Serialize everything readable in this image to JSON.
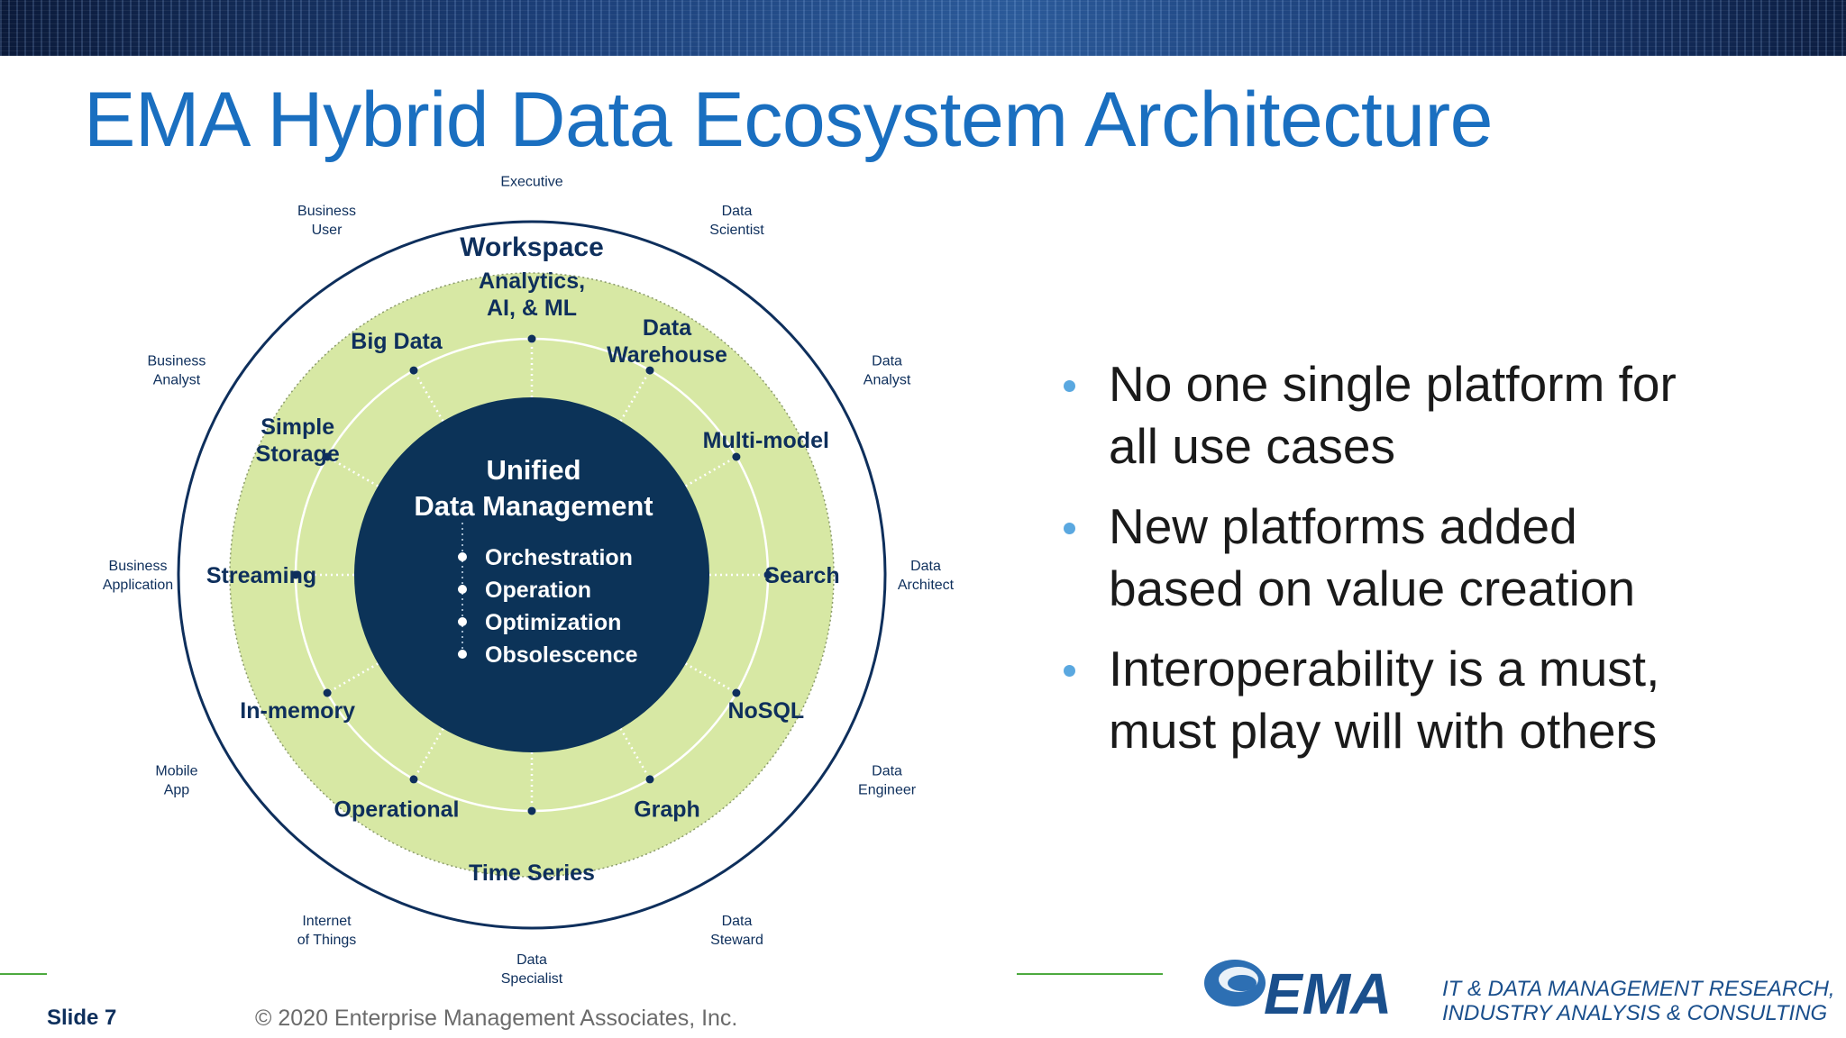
{
  "slide": {
    "title": "EMA Hybrid Data Ecosystem Architecture",
    "number_label": "Slide 7",
    "copyright": "© 2020 Enterprise Management Associates, Inc."
  },
  "diagram": {
    "outer_ring_label": "Workspace",
    "center": {
      "title_line1": "Unified",
      "title_line2": "Data Management",
      "items": [
        "Orchestration",
        "Operation",
        "Optimization",
        "Obsolescence"
      ]
    },
    "platforms": [
      [
        "Analytics,",
        "AI, & ML"
      ],
      [
        "Data",
        "Warehouse"
      ],
      [
        "Multi-model"
      ],
      [
        "Search"
      ],
      [
        "NoSQL"
      ],
      [
        "Graph"
      ],
      [
        "Time Series"
      ],
      [
        "Operational"
      ],
      [
        "In-memory"
      ],
      [
        "Streaming"
      ],
      [
        "Simple",
        "Storage"
      ],
      [
        "Big Data"
      ]
    ],
    "users": [
      [
        "Executive"
      ],
      [
        "Data",
        "Scientist"
      ],
      [
        "Data",
        "Analyst"
      ],
      [
        "Data",
        "Architect"
      ],
      [
        "Data",
        "Engineer"
      ],
      [
        "Data",
        "Steward"
      ],
      [
        "Data",
        "Specialist"
      ],
      [
        "Internet",
        "of Things"
      ],
      [
        "Mobile",
        "App"
      ],
      [
        "Business",
        "Application"
      ],
      [
        "Business",
        "Analyst"
      ],
      [
        "Business",
        "User"
      ]
    ],
    "colors": {
      "center_fill": "#0c3358",
      "ring_fill": "#d7e8a4",
      "outer_ring_stroke": "#0e2f5c",
      "label_text": "#0e2f5c"
    }
  },
  "bullets": [
    [
      "No one single platform for",
      "all use cases"
    ],
    [
      "New platforms added",
      "based on value creation"
    ],
    [
      "Interoperability is a must,",
      "must play will with others"
    ]
  ],
  "branding": {
    "logo_text": "EMA",
    "tagline_line1": "IT & DATA MANAGEMENT RESEARCH,",
    "tagline_line2": "INDUSTRY ANALYSIS & CONSULTING"
  }
}
